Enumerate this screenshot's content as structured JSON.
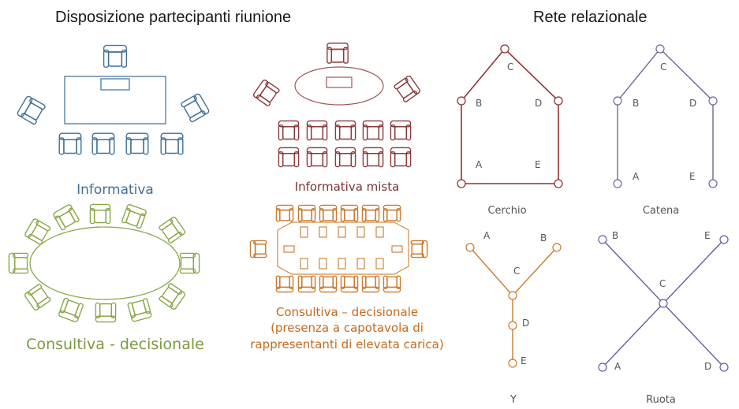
{
  "titles": {
    "left": "Disposizione partecipanti riunione",
    "right": "Rete relazionale"
  },
  "layouts": {
    "informativa": "Informativa",
    "informativa_mista": "Informativa mista",
    "consultiva_left": "Consultiva - decisionale",
    "consultiva_right": [
      "Consultiva – decisionale",
      "(presenza  a capotavola di",
      "rappresentanti di elevata carica)"
    ]
  },
  "networks": {
    "cerchio": {
      "caption": "Cerchio",
      "labels": [
        "C",
        "B",
        "D",
        "A",
        "E"
      ]
    },
    "catena": {
      "caption": "Catena",
      "labels": [
        "C",
        "B",
        "D",
        "A",
        "E"
      ]
    },
    "y": {
      "caption": "Y",
      "labels": [
        "A",
        "B",
        "C",
        "D",
        "E"
      ]
    },
    "ruota": {
      "caption": "Ruota",
      "labels": [
        "B",
        "E",
        "C",
        "A",
        "D"
      ]
    }
  },
  "colors": {
    "blue": "#3f6f95",
    "red": "#8b3a3a",
    "green": "#8aa84a",
    "orange": "#c97a2e",
    "purple": "#6a6a9a",
    "wheel": "#5f5f9f",
    "red_net": "#8f3434"
  }
}
